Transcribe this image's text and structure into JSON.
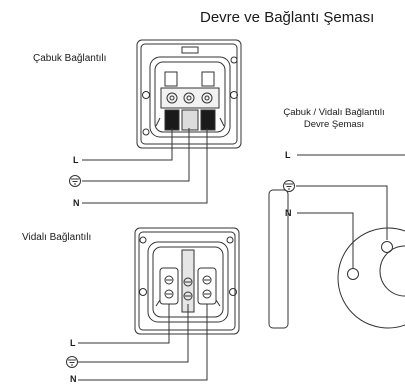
{
  "title": "Devre ve Bağlantı Şeması",
  "quick": {
    "label": "Çabuk Bağlantılı",
    "wires": [
      "L",
      "N"
    ]
  },
  "screw": {
    "label": "Vidalı Bağlantılı",
    "wires": [
      "L",
      "N"
    ]
  },
  "circuit": {
    "label_line1": "Çabuk / Vidalı Bağlantılı",
    "label_line2": "Devre Şeması",
    "wires": [
      "L",
      "N"
    ]
  },
  "icons": [
    "ground-symbol-icon",
    "socket-mechanism-icon",
    "socket-outlet-icon"
  ],
  "colors": {
    "line": "#333333",
    "text": "#1a1a1a"
  }
}
